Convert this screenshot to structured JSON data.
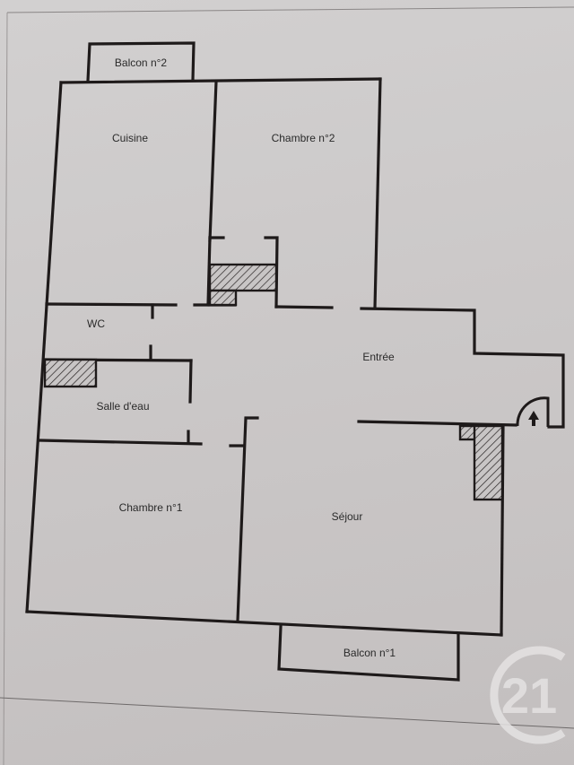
{
  "floor_plan": {
    "rooms": [
      {
        "id": "balcon2",
        "label": "Balcon n°2"
      },
      {
        "id": "cuisine",
        "label": "Cuisine"
      },
      {
        "id": "chambre2",
        "label": "Chambre n°2"
      },
      {
        "id": "wc",
        "label": "WC"
      },
      {
        "id": "entree",
        "label": "Entrée"
      },
      {
        "id": "salle_deau",
        "label": "Salle d'eau"
      },
      {
        "id": "chambre1",
        "label": "Chambre n°1"
      },
      {
        "id": "sejour",
        "label": "Séjour"
      },
      {
        "id": "balcon1",
        "label": "Balcon n°1"
      }
    ],
    "entry_icon": "entrance-arrow-icon",
    "colors": {
      "wall": "#1e1a1a",
      "paper": "#cbc8c8",
      "logo": "#e4e2e2"
    }
  },
  "watermark": {
    "brand_icon": "century21-logo-icon",
    "text": "21"
  }
}
